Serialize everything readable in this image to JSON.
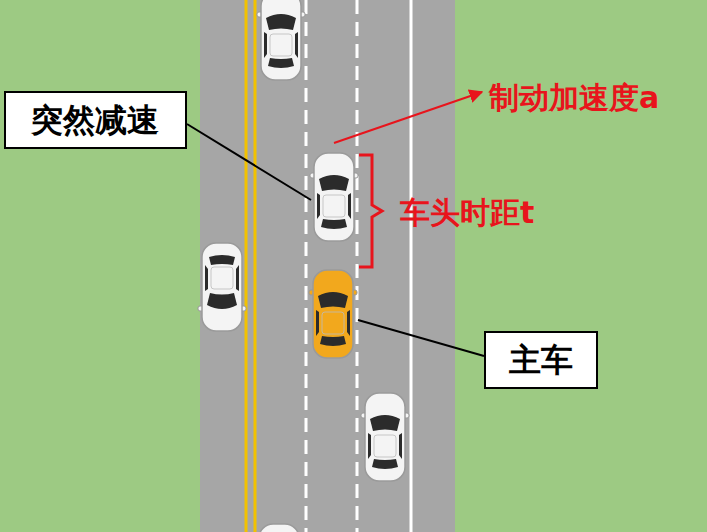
{
  "diagram": {
    "nodes": [
      {
        "text": [
          "突然减速"
        ]
      },
      {
        "text": [
          "主车"
        ]
      }
    ],
    "labels": [
      "制动加速度a",
      "车头时距t"
    ]
  }
}
